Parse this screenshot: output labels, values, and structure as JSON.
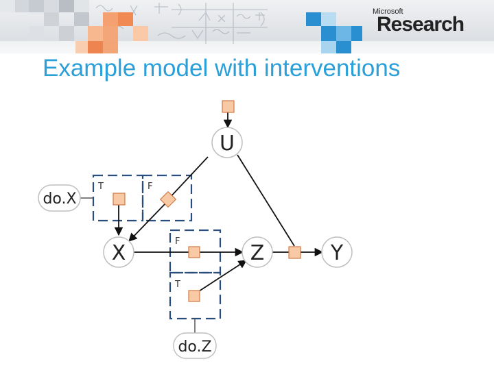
{
  "logo": {
    "company": "Microsoft",
    "division": "Research"
  },
  "slide": {
    "title": "Example model with interventions"
  },
  "diagram": {
    "nodes": {
      "U": "U",
      "X": "X",
      "Z": "Z",
      "Y": "Y"
    },
    "interventions": {
      "doX": "do.X",
      "doZ": "do.Z"
    },
    "gates": {
      "doX_true": "T",
      "doX_false": "F",
      "doZ_false": "F",
      "doZ_true": "T"
    }
  },
  "colors": {
    "title": "#2a9fd8",
    "factor_fill": "#f8c9a5",
    "factor_stroke": "#d07a45",
    "gate_stroke": "#2a4e7c"
  }
}
